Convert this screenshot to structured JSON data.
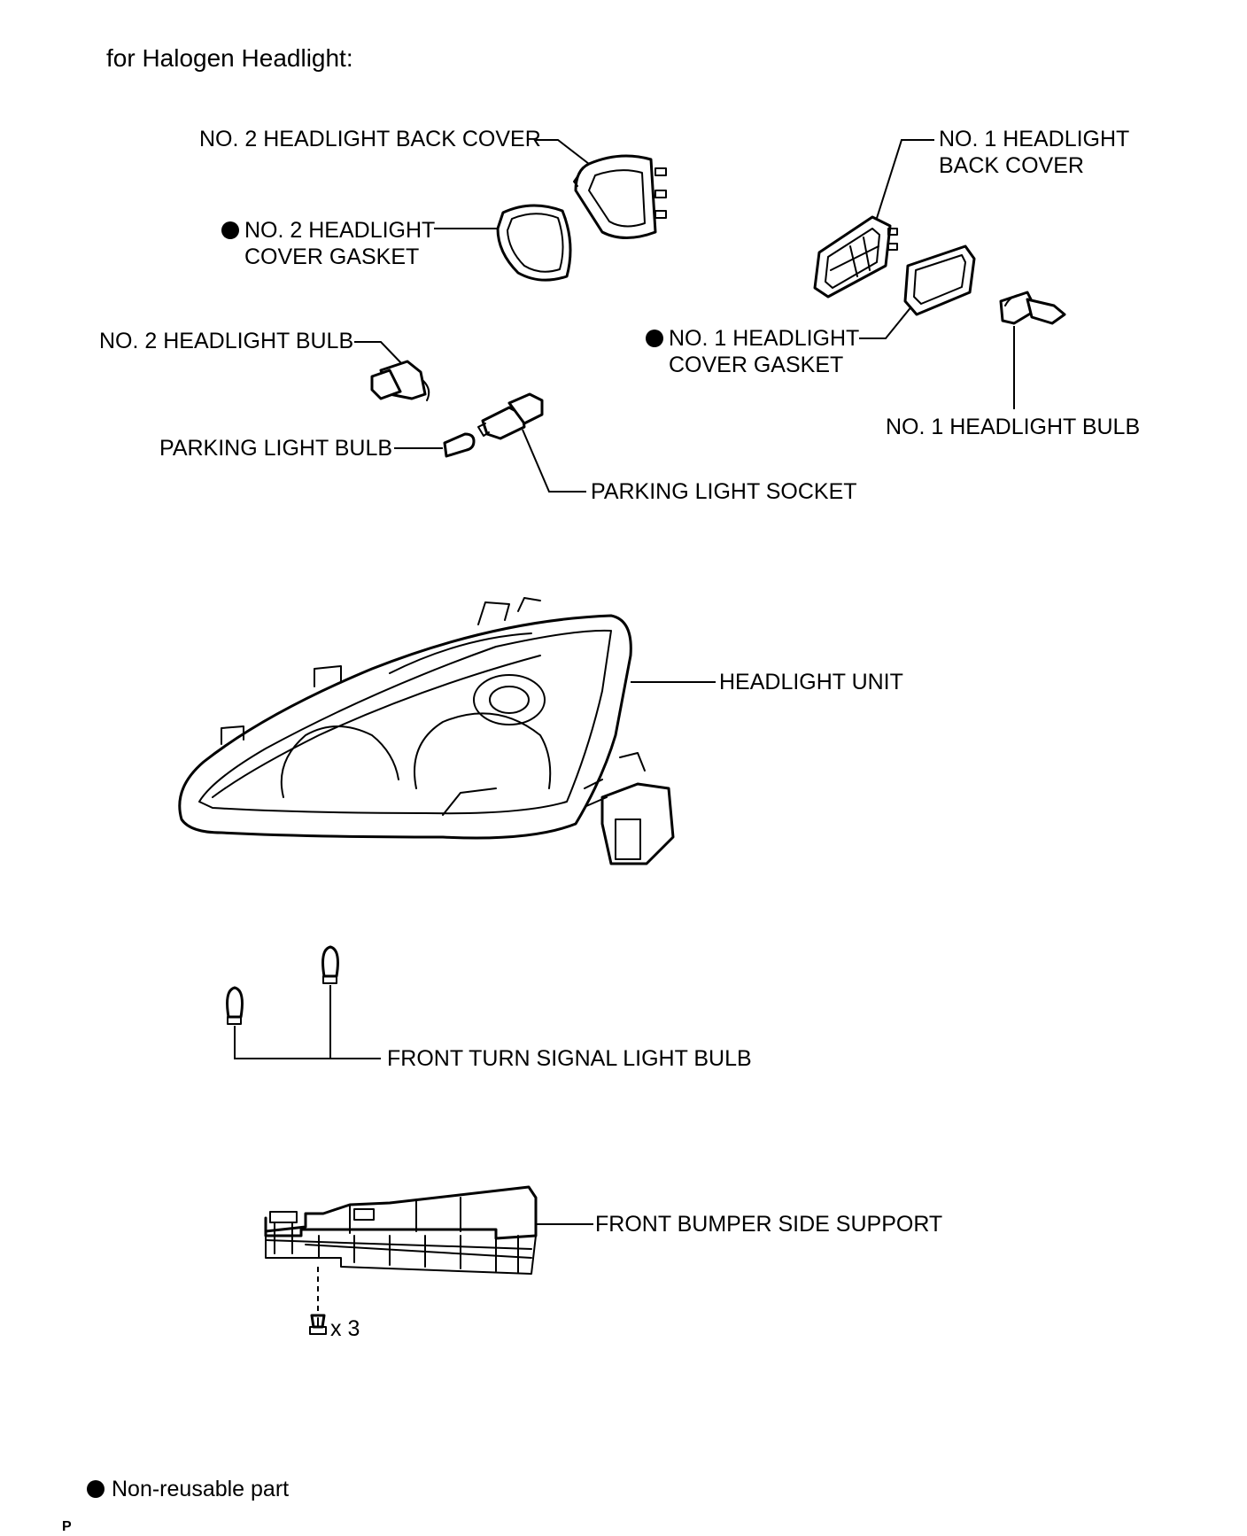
{
  "title": "for Halogen Headlight:",
  "labels": {
    "no2_back_cover": "NO. 2 HEADLIGHT BACK COVER",
    "no1_back_cover_line1": "NO. 1 HEADLIGHT",
    "no1_back_cover_line2": "BACK COVER",
    "no2_gasket_line1": "NO. 2 HEADLIGHT",
    "no2_gasket_line2": "COVER GASKET",
    "no1_gasket_line1": "NO. 1 HEADLIGHT",
    "no1_gasket_line2": "COVER GASKET",
    "no2_bulb": "NO. 2 HEADLIGHT BULB",
    "no1_bulb": "NO. 1 HEADLIGHT BULB",
    "parking_bulb": "PARKING LIGHT BULB",
    "parking_socket": "PARKING LIGHT SOCKET",
    "headlight_unit": "HEADLIGHT UNIT",
    "turn_signal_bulb": "FRONT TURN SIGNAL LIGHT BULB",
    "bumper_support": "FRONT BUMPER SIDE SUPPORT",
    "screw_qty": "x 3"
  },
  "legend": {
    "non_reusable": "Non-reusable part"
  },
  "footer": "P"
}
